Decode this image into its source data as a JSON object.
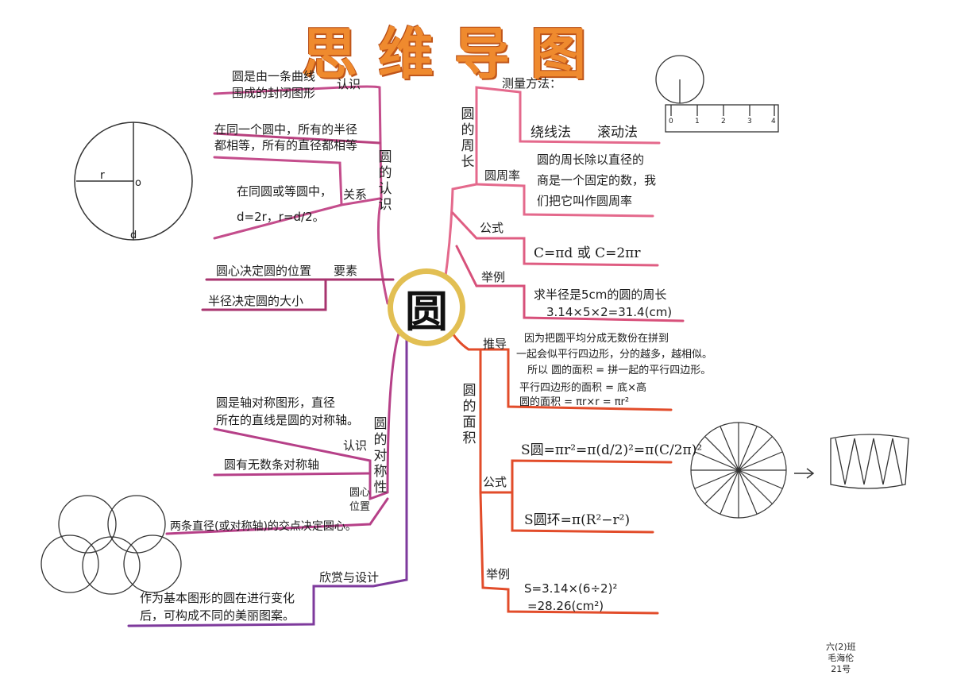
{
  "title": "思维导图",
  "center": "圆",
  "left": {
    "branch_main": "圆的认识",
    "renshi_label": "认识",
    "renshi_text": [
      "圆是由一条曲线",
      "围成的封闭图形"
    ],
    "guanxi_label": "关系",
    "guanxi_text1": [
      "在同一个圆中，所有的半径",
      "都相等，所有的直径都相等"
    ],
    "guanxi_text2": [
      "在同圆或等圆中，",
      "d=2r，r=d/2。"
    ],
    "yaosu_label": "要素",
    "yaosu_center": "圆心决定圆的位置",
    "yaosu_radius": "半径决定圆的大小",
    "circle_r": "r",
    "circle_o": "o",
    "circle_d": "d",
    "symmetry_branch": "圆的对称性",
    "sym_renshi_label": "认识",
    "sym_text1": [
      "圆是轴对称图形，直径",
      "所在的直线是圆的对称轴。"
    ],
    "sym_text2": "圆有无数条对称轴",
    "sym_center_label": "圆心位置",
    "sym_center_text": "两条直径(或对称轴)的交点决定圆心。",
    "design_label": "欣赏与设计",
    "design_text": [
      "作为基本图形的圆在进行变化",
      "后，可构成不同的美丽图案。"
    ]
  },
  "right": {
    "perimeter_branch": "圆的周长",
    "measure_label": "测量方法：",
    "measure_method1": "绕线法",
    "measure_method2": "滚动法",
    "ruler_ticks": [
      "0",
      "1",
      "2",
      "3",
      "4"
    ],
    "pi_label": "圆周率",
    "pi_text": [
      "圆的周长除以直径的",
      "商是一个固定的数，我",
      "们把它叫作圆周率"
    ],
    "formula_label": "公式",
    "formula_text": "C=πd 或 C=2πr",
    "example_label": "举例",
    "example_text": [
      "求半径是5cm的圆的周长",
      "3.14×5×2=31.4(cm)"
    ],
    "area_branch": "圆的面积",
    "derive_label": "推导",
    "derive_text": [
      "因为把圆平均分成无数份在拼到",
      "一起会似平行四边形，分的越多，越相似。",
      "所以 圆的面积 = 拼一起的平行四边形。",
      "平行四边形的面积 = 底×高",
      "圆的面积 = πr×r = πr²"
    ],
    "area_formula_label": "公式",
    "area_formula1": "S圆=πr²=π(d/2)²=π(C/2π)²",
    "area_formula2": "S圆环=π(R²−r²)",
    "area_example_label": "举例",
    "area_example_text": [
      "S=3.14×(6÷2)²",
      "=28.26(cm²)"
    ]
  },
  "signature": [
    "六(2)班",
    "毛海伦",
    "21号"
  ]
}
